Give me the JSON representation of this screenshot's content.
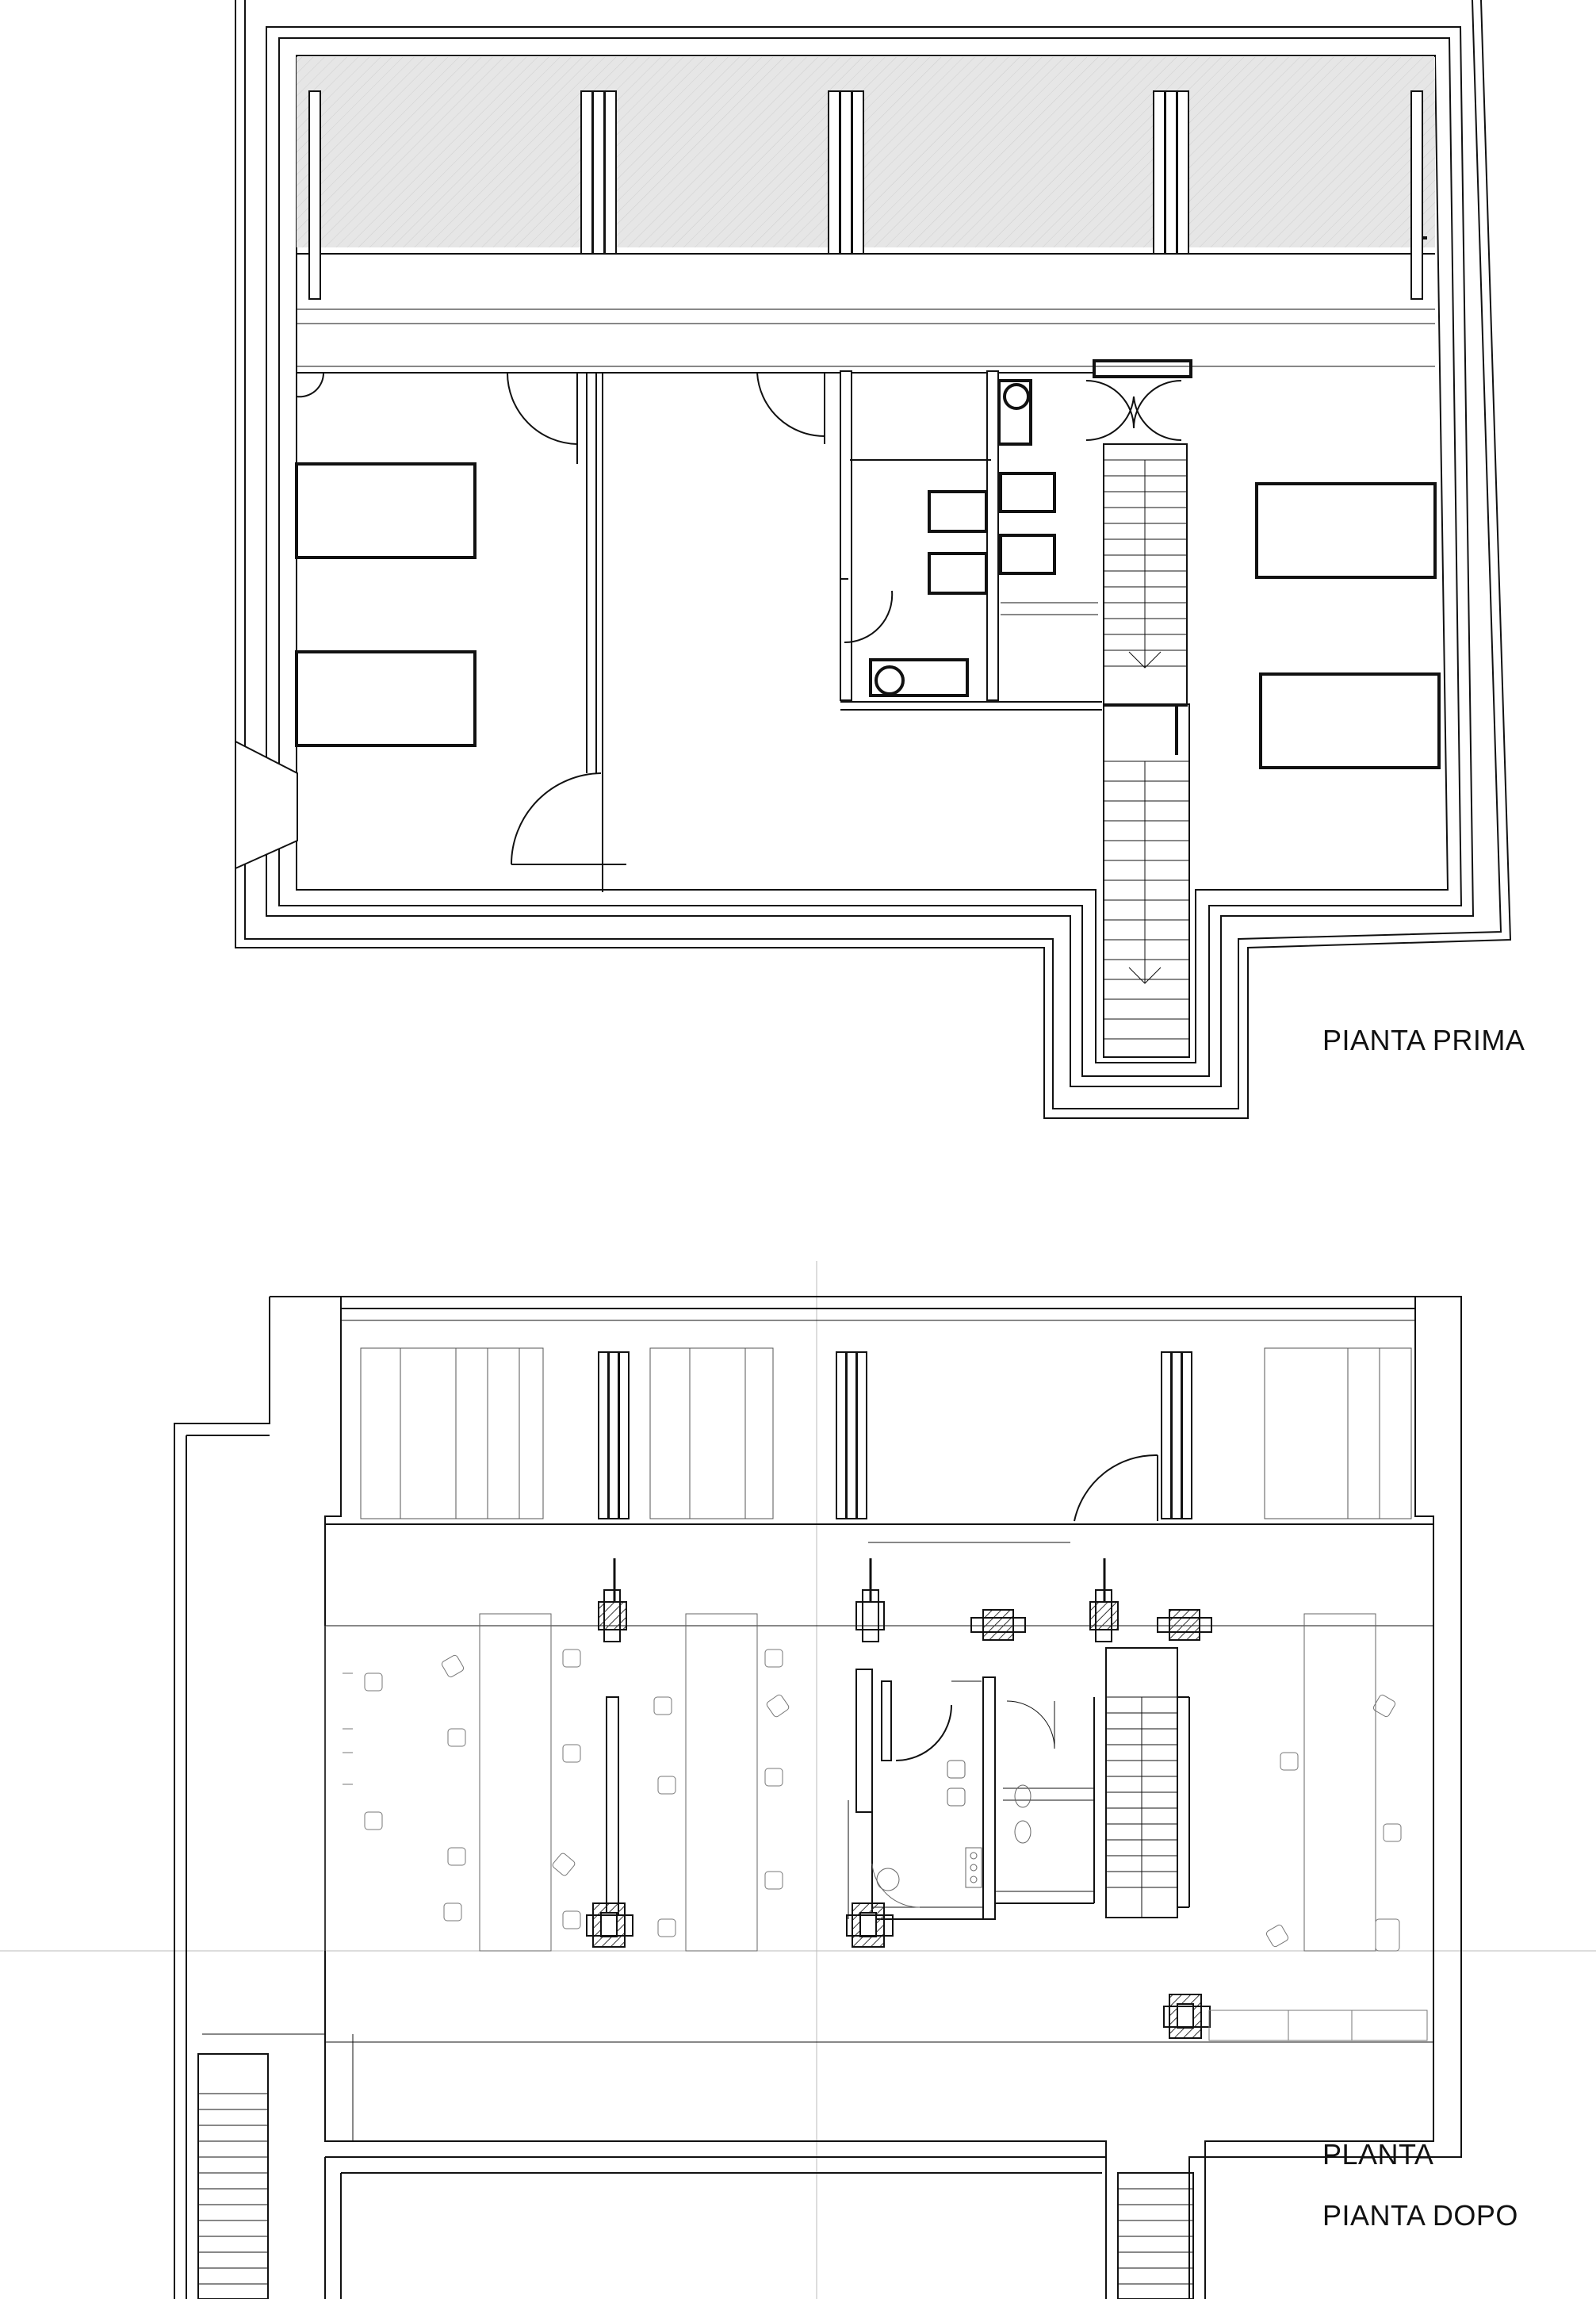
{
  "labels": {
    "pianta_prima": "PIANTA PRIMA",
    "planta": "PLANTA",
    "pianta_dopo": "PIANTA DOPO"
  },
  "colors": {
    "line": "#111111",
    "thin_line": "#555555",
    "terrace_fill": "#e6e6e6",
    "hatch": "#333333"
  }
}
